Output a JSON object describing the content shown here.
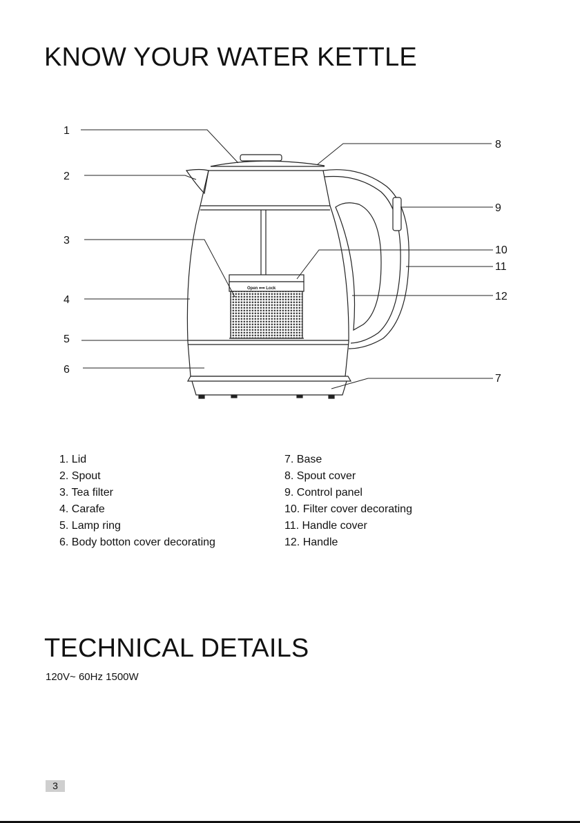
{
  "sections": {
    "know_title": "KNOW YOUR WATER KETTLE",
    "tech_title": "TECHNICAL DETAILS"
  },
  "diagram": {
    "callouts": [
      "1",
      "2",
      "3",
      "4",
      "5",
      "6",
      "7",
      "8",
      "9",
      "10",
      "11",
      "12"
    ],
    "filter_label": "Open ⟺ Lock"
  },
  "parts": {
    "left": [
      "1. Lid",
      "2. Spout",
      "3. Tea filter",
      "4. Carafe",
      "5. Lamp ring",
      "6. Body botton cover decorating"
    ],
    "right": [
      "7. Base",
      "8. Spout cover",
      "9. Control panel",
      "10. Filter cover decorating",
      "11. Handle cover",
      "12. Handle"
    ]
  },
  "technical": {
    "spec": "120V~ 60Hz 1500W"
  },
  "footer": {
    "page_number": "3"
  }
}
